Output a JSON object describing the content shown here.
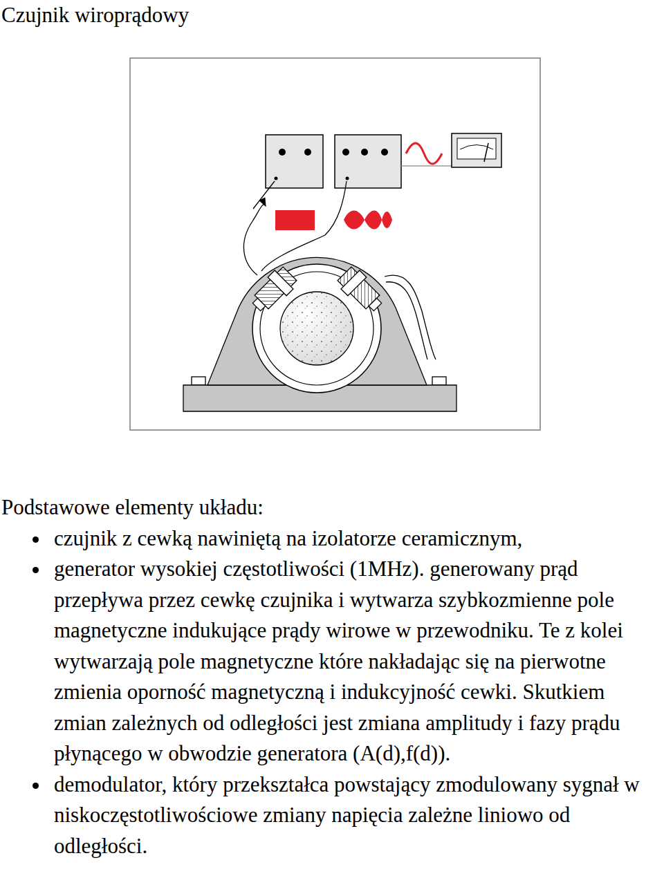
{
  "diagram": {
    "title": "Czujnik wiroprądowy",
    "labels": [
      "Podstawowe elementy układu:",
      "czujnik z cewką nawiniętą na izolatorze ceramicznym,",
      "generator wysokiej częstotliwości (1MHz). generowany prąd przepływa przez cewkę czujnika i wytwarza szybkozmienne pole magnetyczne indukujące prądy wirowe w przewodniku. Te z kolei wytwarzają pole magnetyczne które nakładając się na pierwotne zmienia oporność magnetyczną i indukcyjność cewki. Skutkiem zmian zależnych od odległości jest zmiana amplitudy i fazy prądu płynącego w obwodzie generatora (A(d),f(d)).",
      "demodulator, który przekształca powstający zmodulowany sygnał w niskoczęstotliwościowe zmiany napięcia zależne liniowo od odległości."
    ]
  }
}
